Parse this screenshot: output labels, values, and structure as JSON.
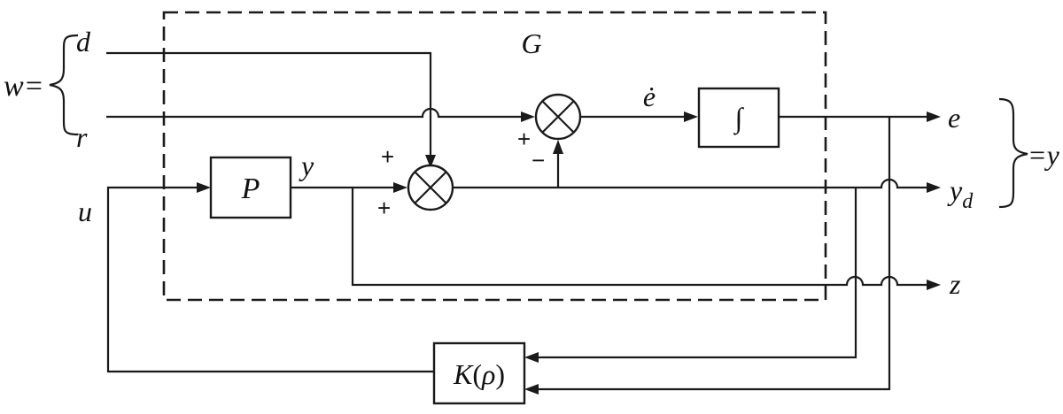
{
  "diagram": {
    "dashed_block_label": "G",
    "blocks": {
      "plant": "P",
      "integrator": "∫",
      "controller_main": "K",
      "controller_paren_open": "(",
      "controller_param": "ρ",
      "controller_paren_close": ")"
    },
    "inputs": {
      "w_group": "w=",
      "disturbance": "d",
      "reference": "r",
      "control": "u"
    },
    "signals": {
      "plant_output": "y",
      "error_rate": "ė"
    },
    "outputs": {
      "error": "e",
      "desired_output_main": "y",
      "desired_output_sub": "d",
      "performance": "z",
      "measured_group": "=y"
    },
    "signs": {
      "sum1_top": "+",
      "sum1_left": "+",
      "sum2_left": "+",
      "sum2_bottom": "−"
    }
  }
}
